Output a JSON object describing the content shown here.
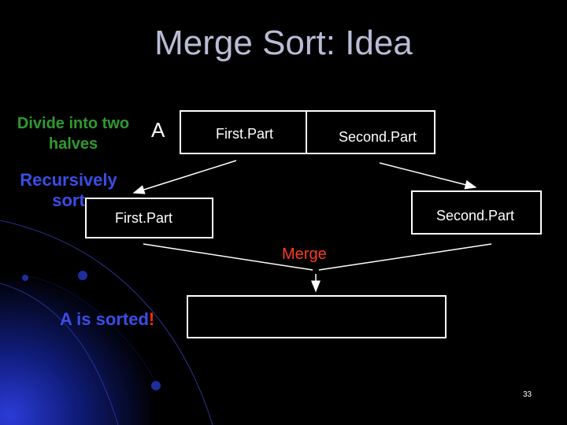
{
  "slide": {
    "title": "Merge Sort: Idea",
    "divide_label": "Divide into two halves",
    "array_label": "A",
    "recursive_label": "Recursively sort",
    "first_part": "First.Part",
    "second_part": "Second.Part",
    "first_part_sorted": "First.Part",
    "second_part_sorted": "Second.Part",
    "merge_label": "Merge",
    "sorted_label": "A is sorted",
    "sorted_exclaim": "!",
    "page_number": "33"
  },
  "colors": {
    "background": "#000000",
    "title": "#b9bcd6",
    "divide_label": "#2e9a2e",
    "emphasis_blue": "#3a4ee6",
    "merge_label": "#ff3b1f",
    "exclaim": "#ff2a1a",
    "box_border": "#ffffff"
  }
}
